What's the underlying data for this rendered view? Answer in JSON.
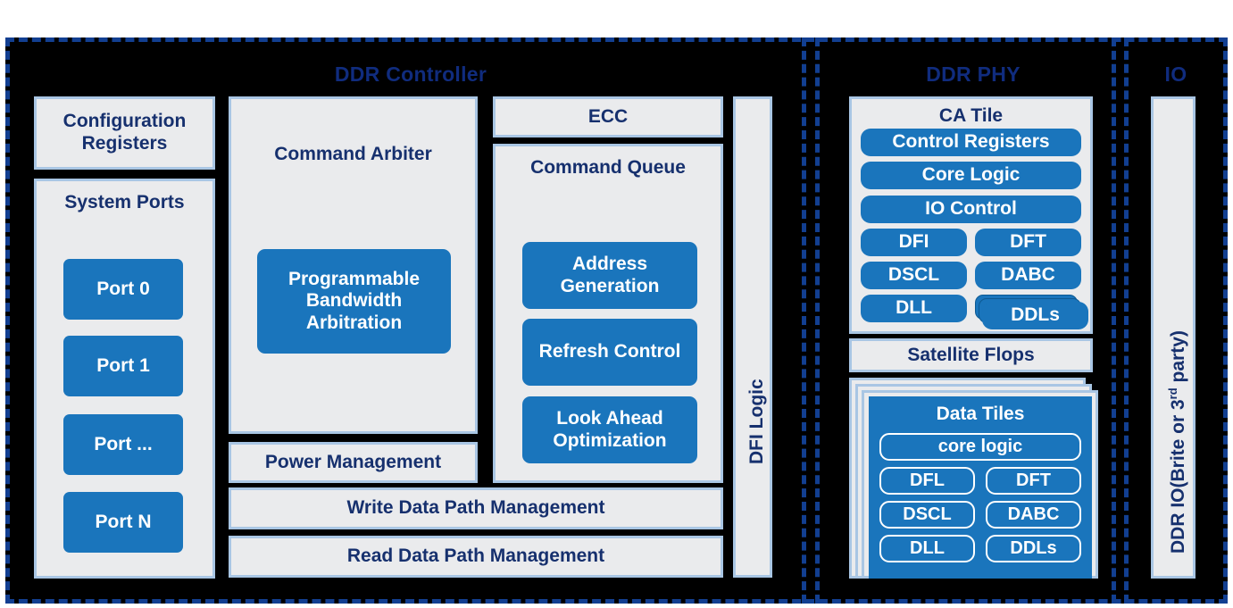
{
  "diagram": {
    "title": "DDR Memory Subsystem Block Diagram",
    "colors": {
      "accent_blue": "#1A75BC",
      "title_navy": "#102C7E",
      "text_navy": "#16306E",
      "panel_fill": "#EAEBED",
      "panel_border": "#A9C6E4",
      "plate": "#000000",
      "dash": "#123F91"
    }
  },
  "regions": [
    {
      "id": "ddr_controller",
      "label": "DDR Controller"
    },
    {
      "id": "ddr_phy",
      "label": "DDR PHY"
    },
    {
      "id": "io",
      "label": "IO"
    }
  ],
  "controller": {
    "left_column": {
      "configuration_registers": "Configuration Registers",
      "system_ports": {
        "title": "System Ports",
        "ports": [
          "Port  0",
          "Port  1",
          "Port ...",
          "Port N"
        ]
      }
    },
    "arbiter_column": {
      "command_arbiter": "Command Arbiter",
      "programmable_bandwidth_arbitration": "Programmable Bandwidth Arbitration",
      "power_management": "Power Management"
    },
    "queue_column": {
      "ecc": "ECC",
      "command_queue": "Command Queue",
      "blocks": [
        "Address Generation",
        "Refresh Control",
        "Look Ahead Optimization"
      ]
    },
    "bottom_bars": [
      "Write Data Path Management",
      "Read Data Path Management"
    ],
    "dfi_logic": "DFI Logic"
  },
  "phy": {
    "ca_tile": {
      "title": "CA Tile",
      "full_rows": [
        "Control Registers",
        "Core  Logic",
        "IO Control"
      ],
      "grid_rows": [
        [
          "DFI",
          "DFT"
        ],
        [
          "DSCL",
          "DABC"
        ],
        [
          "DLL",
          "DDLs"
        ]
      ]
    },
    "satellite_flops": "Satellite Flops",
    "data_tiles": {
      "title": "Data Tiles",
      "core_logic": "core logic",
      "grid_rows": [
        [
          "DFL",
          "DFT"
        ],
        [
          "DSCL",
          "DABC"
        ],
        [
          "DLL",
          "DDLs"
        ]
      ],
      "stack_count": 3
    }
  },
  "io": {
    "block_label_prefix": "DDR IO(Brite or 3",
    "block_label_sup": "rd",
    "block_label_suffix": " party)"
  }
}
